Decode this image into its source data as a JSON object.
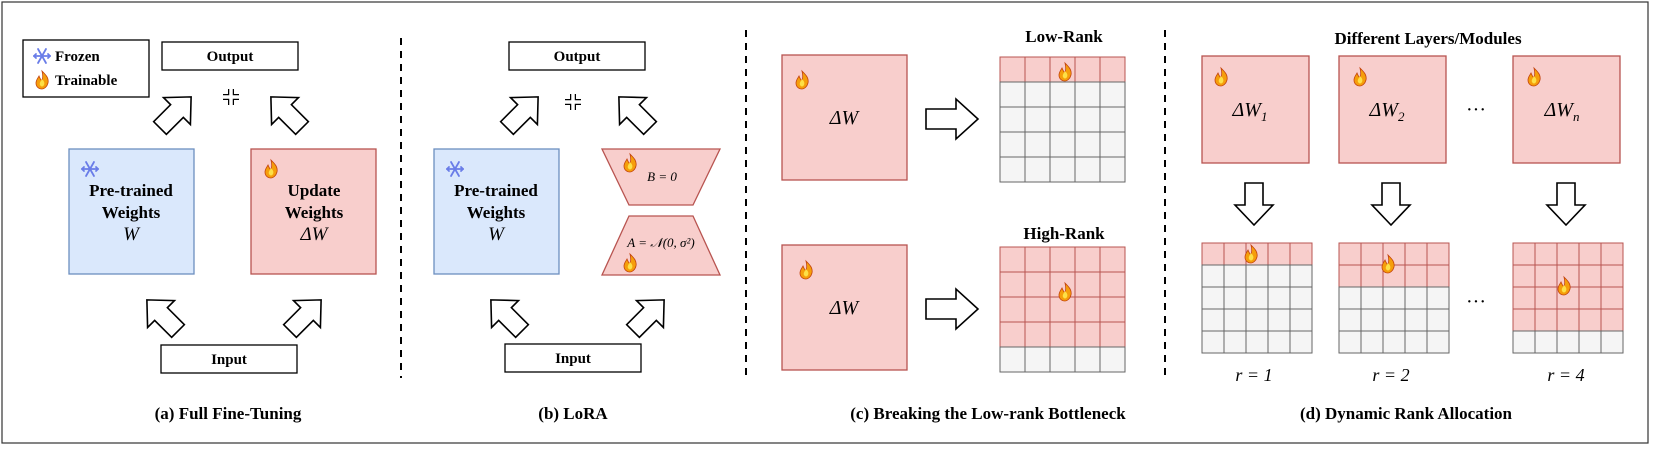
{
  "legend": {
    "frozen": "Frozen",
    "trainable": "Trainable"
  },
  "colors": {
    "frozen_fill": "#dae8fc",
    "frozen_stroke": "#6c8ebf",
    "trainable_fill": "#f8cecc",
    "trainable_stroke": "#b85450",
    "grid_fill": "#f5f5f5",
    "grid_stroke": "#666666"
  },
  "icons": {
    "frozen": "snowflake-icon",
    "trainable": "flame-icon",
    "plus": "plus-icon",
    "arrow": "block-arrow-icon"
  },
  "panel_a": {
    "output": "Output",
    "input": "Input",
    "left_box": [
      "Pre-trained",
      "Weights",
      "W"
    ],
    "right_box": [
      "Update",
      "Weights",
      "ΔW"
    ],
    "caption": "(a) Full Fine-Tuning"
  },
  "panel_b": {
    "output": "Output",
    "input": "Input",
    "left_box": [
      "Pre-trained",
      "Weights",
      "W"
    ],
    "b_matrix": "B = 0",
    "a_matrix": "A = 𝒩(0, σ²)",
    "caption": "(b) LoRA"
  },
  "panel_c": {
    "low_title": "Low-Rank",
    "high_title": "High-Rank",
    "delta": "ΔW",
    "delta_2": "ΔW",
    "low_trainable_rows": 1,
    "high_trainable_rows": 4,
    "grid_rows": 5,
    "grid_cols": 5,
    "caption": "(c) Breaking the Low-rank Bottleneck"
  },
  "panel_d": {
    "title": "Different Layers/Modules",
    "matrices": [
      "ΔW1",
      "ΔW2",
      "ΔWn"
    ],
    "subscripts": [
      "1",
      "2",
      "n"
    ],
    "ellipsis": "···",
    "ranks": [
      "r = 1",
      "r = 2",
      "r = 4"
    ],
    "rank_values": [
      1,
      2,
      4
    ],
    "caption": "(d) Dynamic Rank Allocation"
  }
}
